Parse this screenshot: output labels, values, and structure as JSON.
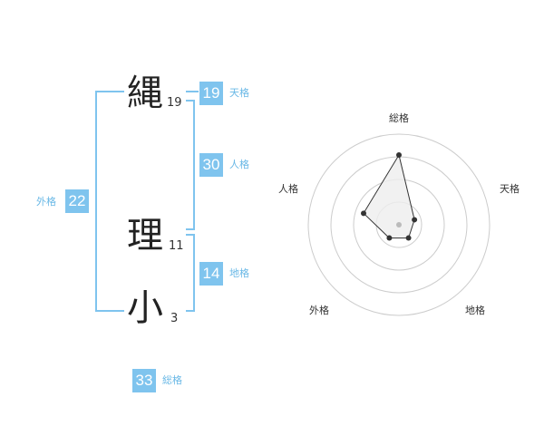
{
  "characters": [
    {
      "char": "縄",
      "strokes": "19"
    },
    {
      "char": "理",
      "strokes": "11"
    },
    {
      "char": "小",
      "strokes": "3"
    }
  ],
  "scores": {
    "tenkaku": {
      "value": "19",
      "label": "天格"
    },
    "jinkaku": {
      "value": "30",
      "label": "人格"
    },
    "chikaku": {
      "value": "14",
      "label": "地格"
    },
    "gaikaku": {
      "value": "22",
      "label": "外格"
    },
    "soukaku": {
      "value": "33",
      "label": "総格"
    }
  },
  "radar": {
    "axes": [
      "総格",
      "天格",
      "地格",
      "外格",
      "人格"
    ],
    "levels": 4,
    "values_fraction_of_radius": {
      "総格": 0.77,
      "天格": 0.18,
      "地格": 0.18,
      "外格": 0.18,
      "人格": 0.41
    },
    "fill_color": "#eeeeee",
    "line_color": "#333333",
    "grid_color": "#cccccc"
  }
}
